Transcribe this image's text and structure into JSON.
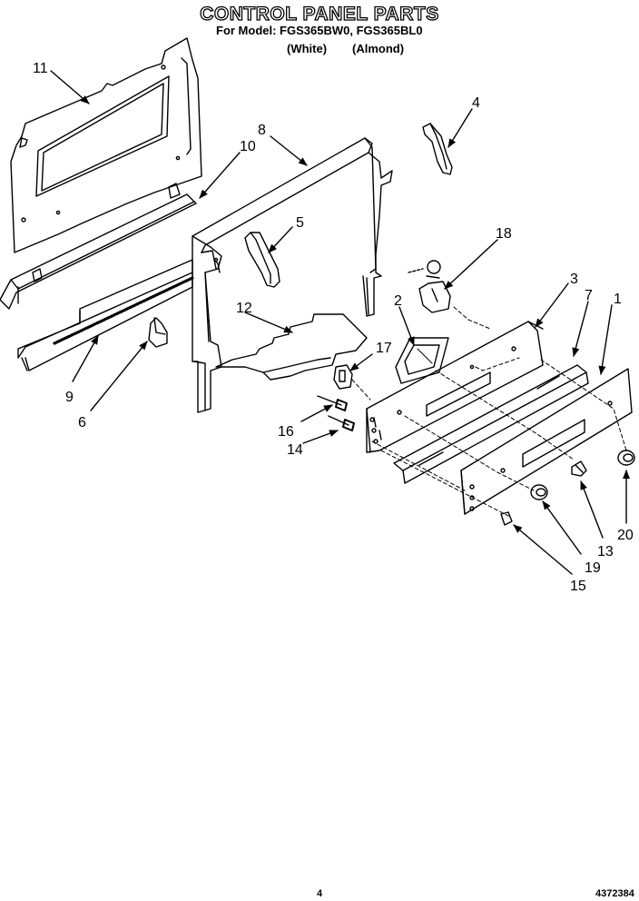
{
  "header": {
    "title": "CONTROL PANEL PARTS",
    "model_line": "For Model: FGS365BW0, FGS365BL0",
    "color_white": "(White)",
    "color_almond": "(Almond)"
  },
  "footer": {
    "page_number": "4",
    "document_number": "4372384"
  },
  "callouts": [
    {
      "id": "c11",
      "label": "11"
    },
    {
      "id": "c10",
      "label": "10"
    },
    {
      "id": "c8",
      "label": "8"
    },
    {
      "id": "c4",
      "label": "4"
    },
    {
      "id": "c5",
      "label": "5"
    },
    {
      "id": "c18",
      "label": "18"
    },
    {
      "id": "c3",
      "label": "3"
    },
    {
      "id": "c7",
      "label": "7"
    },
    {
      "id": "c1",
      "label": "1"
    },
    {
      "id": "c2",
      "label": "2"
    },
    {
      "id": "c12",
      "label": "12"
    },
    {
      "id": "c17",
      "label": "17"
    },
    {
      "id": "c9",
      "label": "9"
    },
    {
      "id": "c6",
      "label": "6"
    },
    {
      "id": "c16",
      "label": "16"
    },
    {
      "id": "c14",
      "label": "14"
    },
    {
      "id": "c20",
      "label": "20"
    },
    {
      "id": "c13",
      "label": "13"
    },
    {
      "id": "c19",
      "label": "19"
    },
    {
      "id": "c15",
      "label": "15"
    }
  ]
}
